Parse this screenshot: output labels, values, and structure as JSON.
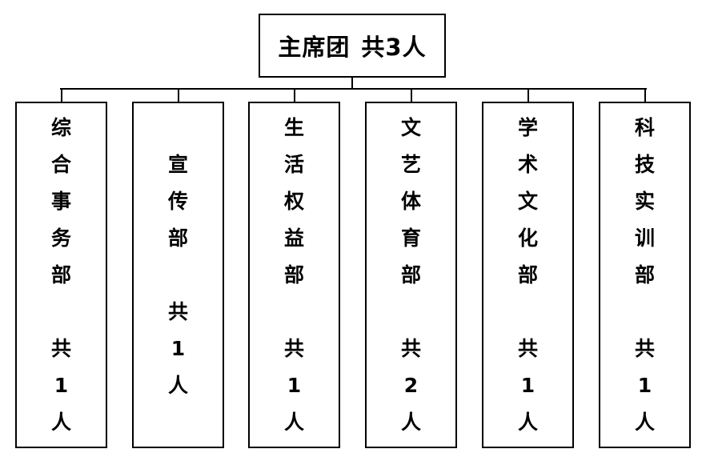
{
  "top": {
    "title": "主席团",
    "count": "共3人"
  },
  "departments": [
    {
      "name": "综合事务部",
      "count": "共1人"
    },
    {
      "name": "宣传部",
      "count": "共1人"
    },
    {
      "name": "生活权益部",
      "count": "共1人"
    },
    {
      "name": "文艺体育部",
      "count": "共2人"
    },
    {
      "name": "学术文化部",
      "count": "共1人"
    },
    {
      "name": "科技实训部",
      "count": "共1人"
    }
  ]
}
